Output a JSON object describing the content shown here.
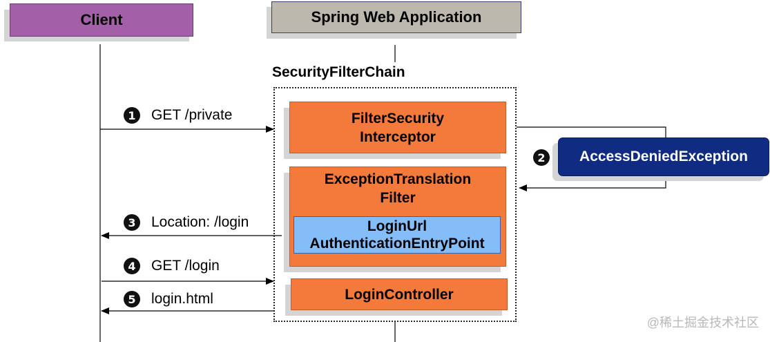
{
  "actors": {
    "client": "Client",
    "app": "Spring Web Application"
  },
  "chain": {
    "label": "SecurityFilterChain",
    "filter_security_interceptor": [
      "FilterSecurity",
      "Interceptor"
    ],
    "exception_translation_filter": [
      "ExceptionTranslation",
      "Filter"
    ],
    "entry_point": [
      "LoginUrl",
      "AuthenticationEntryPoint"
    ],
    "login_controller": "LoginController"
  },
  "exception": "AccessDeniedException",
  "steps": [
    {
      "num": "1",
      "label": "GET /private"
    },
    {
      "num": "2",
      "label": ""
    },
    {
      "num": "3",
      "label": "Location: /login"
    },
    {
      "num": "4",
      "label": "GET /login"
    },
    {
      "num": "5",
      "label": "login.html"
    }
  ],
  "watermark": "@稀土掘金技术社区",
  "colors": {
    "client": "#a35fa8",
    "app": "#bdb8ad",
    "filter": "#f47a3c",
    "entry_point": "#84bdf7",
    "exception": "#0f2b82"
  }
}
